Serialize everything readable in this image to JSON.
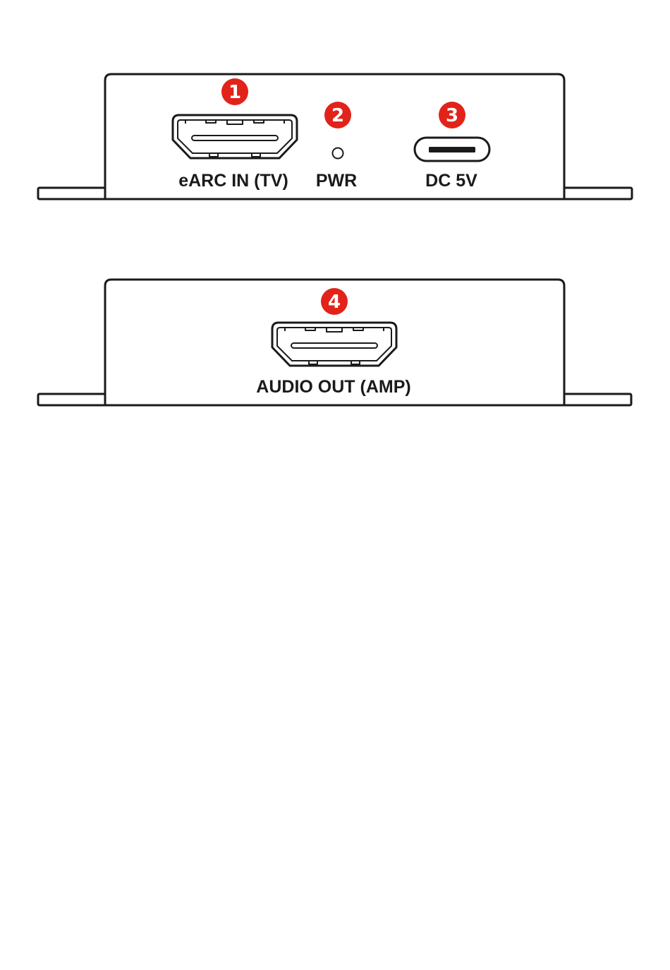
{
  "colors": {
    "badge": "#e2231a",
    "outline": "#1a1a1a",
    "background": "#ffffff"
  },
  "panels": [
    {
      "name": "front-panel",
      "ports": [
        {
          "number": "1",
          "label": "eARC IN (TV)",
          "icon": "hdmi-port-icon"
        },
        {
          "number": "2",
          "label": "PWR",
          "icon": "power-led-icon"
        },
        {
          "number": "3",
          "label": "DC 5V",
          "icon": "usb-c-port-icon"
        }
      ]
    },
    {
      "name": "rear-panel",
      "ports": [
        {
          "number": "4",
          "label": "AUDIO OUT (AMP)",
          "icon": "hdmi-port-icon"
        }
      ]
    }
  ]
}
